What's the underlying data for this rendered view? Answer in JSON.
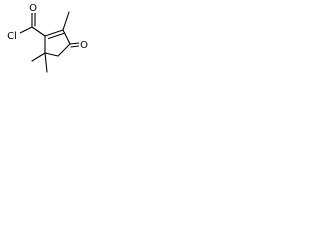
{
  "molecule": {
    "atoms": {
      "chlorine": "Cl",
      "acyl_oxygen": "O",
      "ketone_oxygen": "O"
    }
  }
}
